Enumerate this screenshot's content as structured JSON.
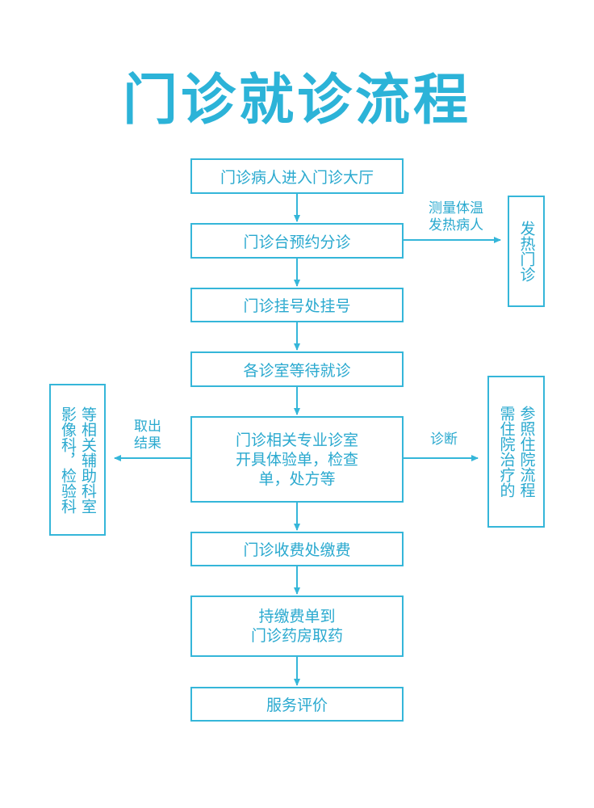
{
  "title": "门诊就诊流程",
  "steps": [
    "门诊病人进入门诊大厅",
    "门诊台预约分诊",
    "门诊挂号处挂号",
    "各诊室等待就诊",
    [
      "门诊相关专业诊室",
      "开具体验单，检查",
      "单，处方等"
    ],
    "门诊收费处缴费",
    [
      "持缴费单到",
      "门诊药房取药"
    ],
    "服务评价"
  ],
  "side": {
    "fever_label": [
      "测量体温",
      "发热病人"
    ],
    "fever_clinic": "发热门诊",
    "result_label": [
      "取出",
      "结果"
    ],
    "imaging_cols": [
      "等相关辅助科室",
      "影像科，检验科"
    ],
    "diagnosis_label": "诊断",
    "inpatient_cols": [
      "参照住院流程",
      "需住院治疗的"
    ]
  },
  "colors": {
    "accent": "#2cb3d8",
    "border": "#35b6d9"
  }
}
